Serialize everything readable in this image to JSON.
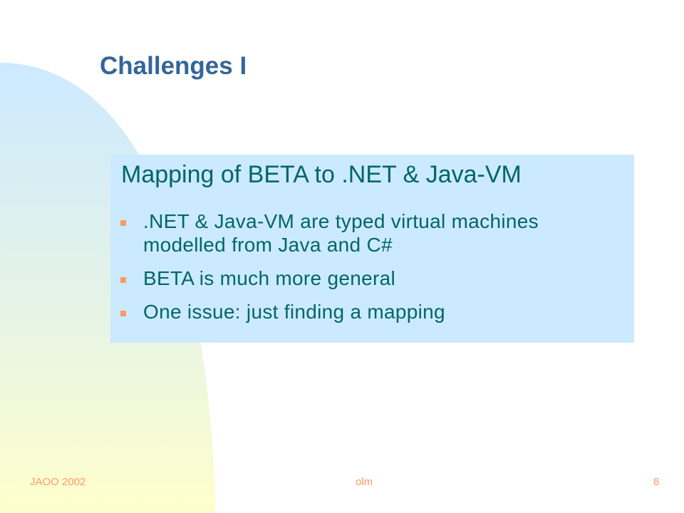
{
  "slide": {
    "title": "Challenges I",
    "box": {
      "heading": "Mapping of BETA to .NET & Java-VM",
      "bullets": [
        ".NET & Java-VM are typed virtual machines modelled from Java and C#",
        "BETA is much more general",
        "One issue: just finding a mapping"
      ]
    }
  },
  "footer": {
    "left": "JAOO 2002",
    "center": "olm",
    "page_number": "8"
  },
  "colors": {
    "title": "#336699",
    "box_background": "#cceaff",
    "box_text": "#006666",
    "bullet": "#ff9966",
    "footer": "#ff9966",
    "shape_top": "#cce9ff",
    "shape_bottom": "#ffffcc"
  }
}
